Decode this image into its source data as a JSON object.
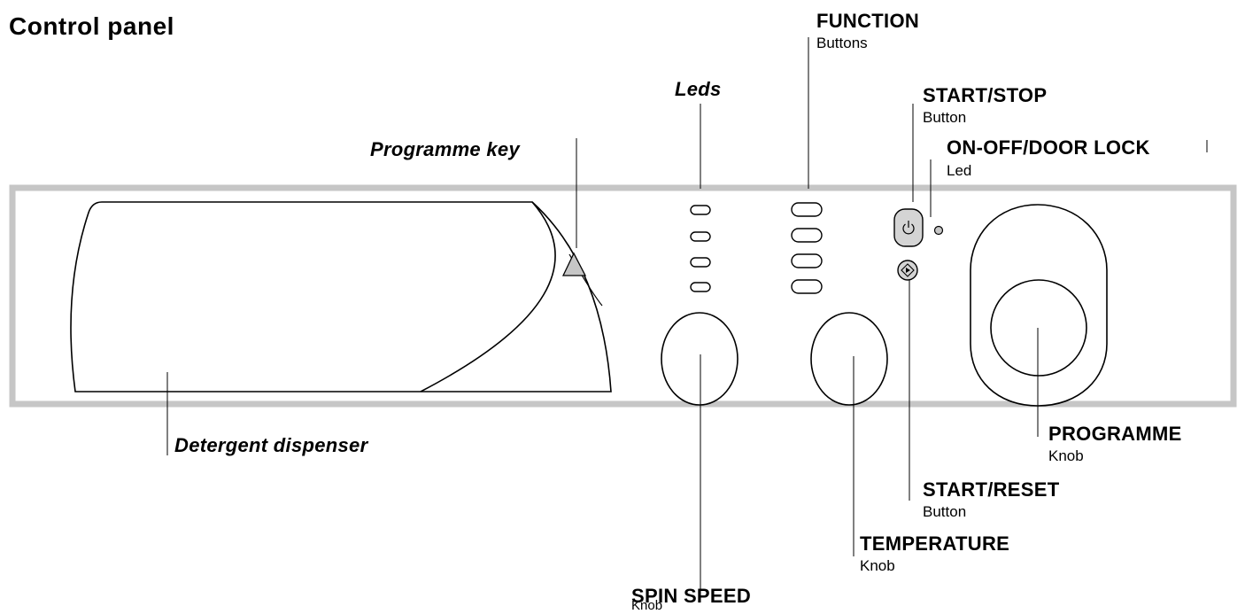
{
  "title": "Control panel",
  "labels": {
    "function": {
      "main": "FUNCTION",
      "sub": "Buttons"
    },
    "leds": {
      "main": "Leds"
    },
    "start_stop": {
      "main": "START/STOP",
      "sub": "Button"
    },
    "programme_key": {
      "main": "Programme key"
    },
    "on_off": {
      "main": "ON-OFF/DOOR LOCK",
      "sub": "Led"
    },
    "detergent": {
      "main": "Detergent dispenser"
    },
    "programme": {
      "main": "PROGRAMME",
      "sub": "Knob"
    },
    "start_reset": {
      "main": "START/RESET",
      "sub": "Button"
    },
    "temperature": {
      "main": "TEMPERATURE",
      "sub": "Knob"
    },
    "spin_speed": {
      "main": "SPIN SPEED",
      "sub": "Knob"
    }
  },
  "icons": {
    "start_stop": "power-icon",
    "start_reset": "start-diamond-icon"
  }
}
